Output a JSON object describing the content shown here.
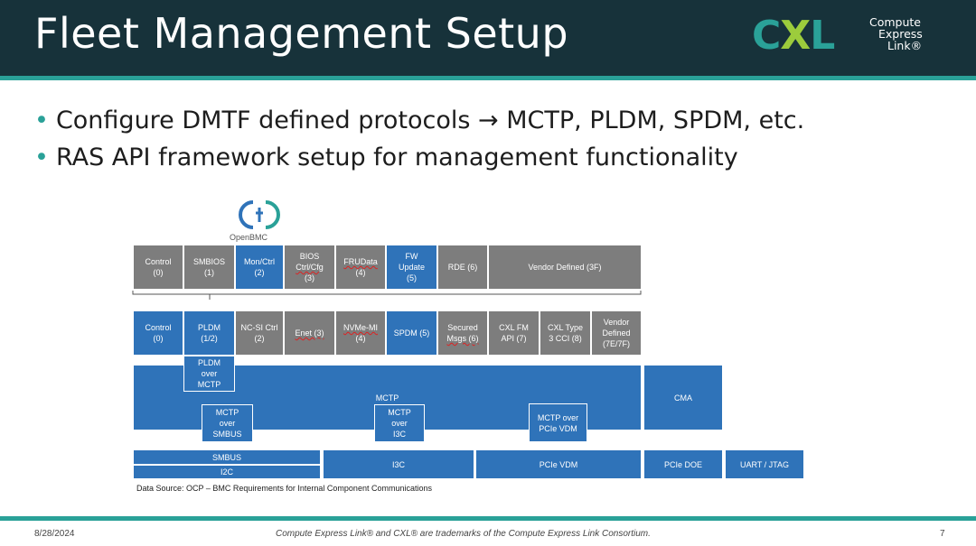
{
  "header": {
    "title": "Fleet Management Setup",
    "logo_mark": "CXL",
    "logo_words": [
      "Compute",
      "Express",
      "Link®"
    ]
  },
  "bullets": [
    "Configure DMTF defined protocols → MCTP, PLDM, SPDM, etc.",
    "RAS API framework setup for management functionality"
  ],
  "openbmc_label": "OpenBMC",
  "pldm_types": [
    [
      "Control",
      "(0)"
    ],
    [
      "SMBIOS",
      "(1)"
    ],
    [
      "Mon/Ctrl",
      "(2)"
    ],
    [
      "BIOS",
      "Ctrl/Cfg",
      "(3)"
    ],
    [
      "FRUData",
      "(4)"
    ],
    [
      "FW",
      "Update",
      "(5)"
    ],
    [
      "RDE (6)"
    ],
    [
      "Vendor Defined (3F)"
    ]
  ],
  "mctp_types": [
    [
      "Control",
      "(0)"
    ],
    [
      "PLDM",
      "(1/2)"
    ],
    [
      "NC-SI Ctrl",
      "(2)"
    ],
    [
      "Enet (3)"
    ],
    [
      "NVMe-MI",
      "(4)"
    ],
    [
      "SPDM (5)"
    ],
    [
      "Secured",
      "Msgs (6)"
    ],
    [
      "CXL FM",
      "API (7)"
    ],
    [
      "CXL Type",
      "3 CCI (8)"
    ],
    [
      "Vendor",
      "Defined",
      "(7E/7F)"
    ]
  ],
  "transport": {
    "pldm_over_mctp": [
      "PLDM",
      "over",
      "MCTP"
    ],
    "mctp": "MCTP",
    "cma": "CMA",
    "mctp_over_smbus": [
      "MCTP",
      "over",
      "SMBUS"
    ],
    "mctp_over_i3c": [
      "MCTP",
      "over",
      "I3C"
    ],
    "mctp_over_pcie": [
      "MCTP over",
      "PCIe VDM"
    ]
  },
  "physical": {
    "smbus": "SMBUS",
    "i2c": "I2C",
    "i3c": "I3C",
    "pcie_vdm": "PCIe VDM",
    "pcie_doe": "PCIe DOE",
    "uart_jtag": "UART / JTAG"
  },
  "source_note": "Data Source: OCP – BMC Requirements for Internal Component Communications",
  "footer": {
    "date": "8/28/2024",
    "trademark": "Compute Express Link® and CXL® are trademarks of the Compute Express Link Consortium.",
    "page_number": "7"
  },
  "colors": {
    "header_bg": "#17323a",
    "accent_teal": "#2aa198",
    "accent_green": "#9ccc3c",
    "box_gray": "#7d7d7d",
    "box_blue": "#2f73b9"
  }
}
